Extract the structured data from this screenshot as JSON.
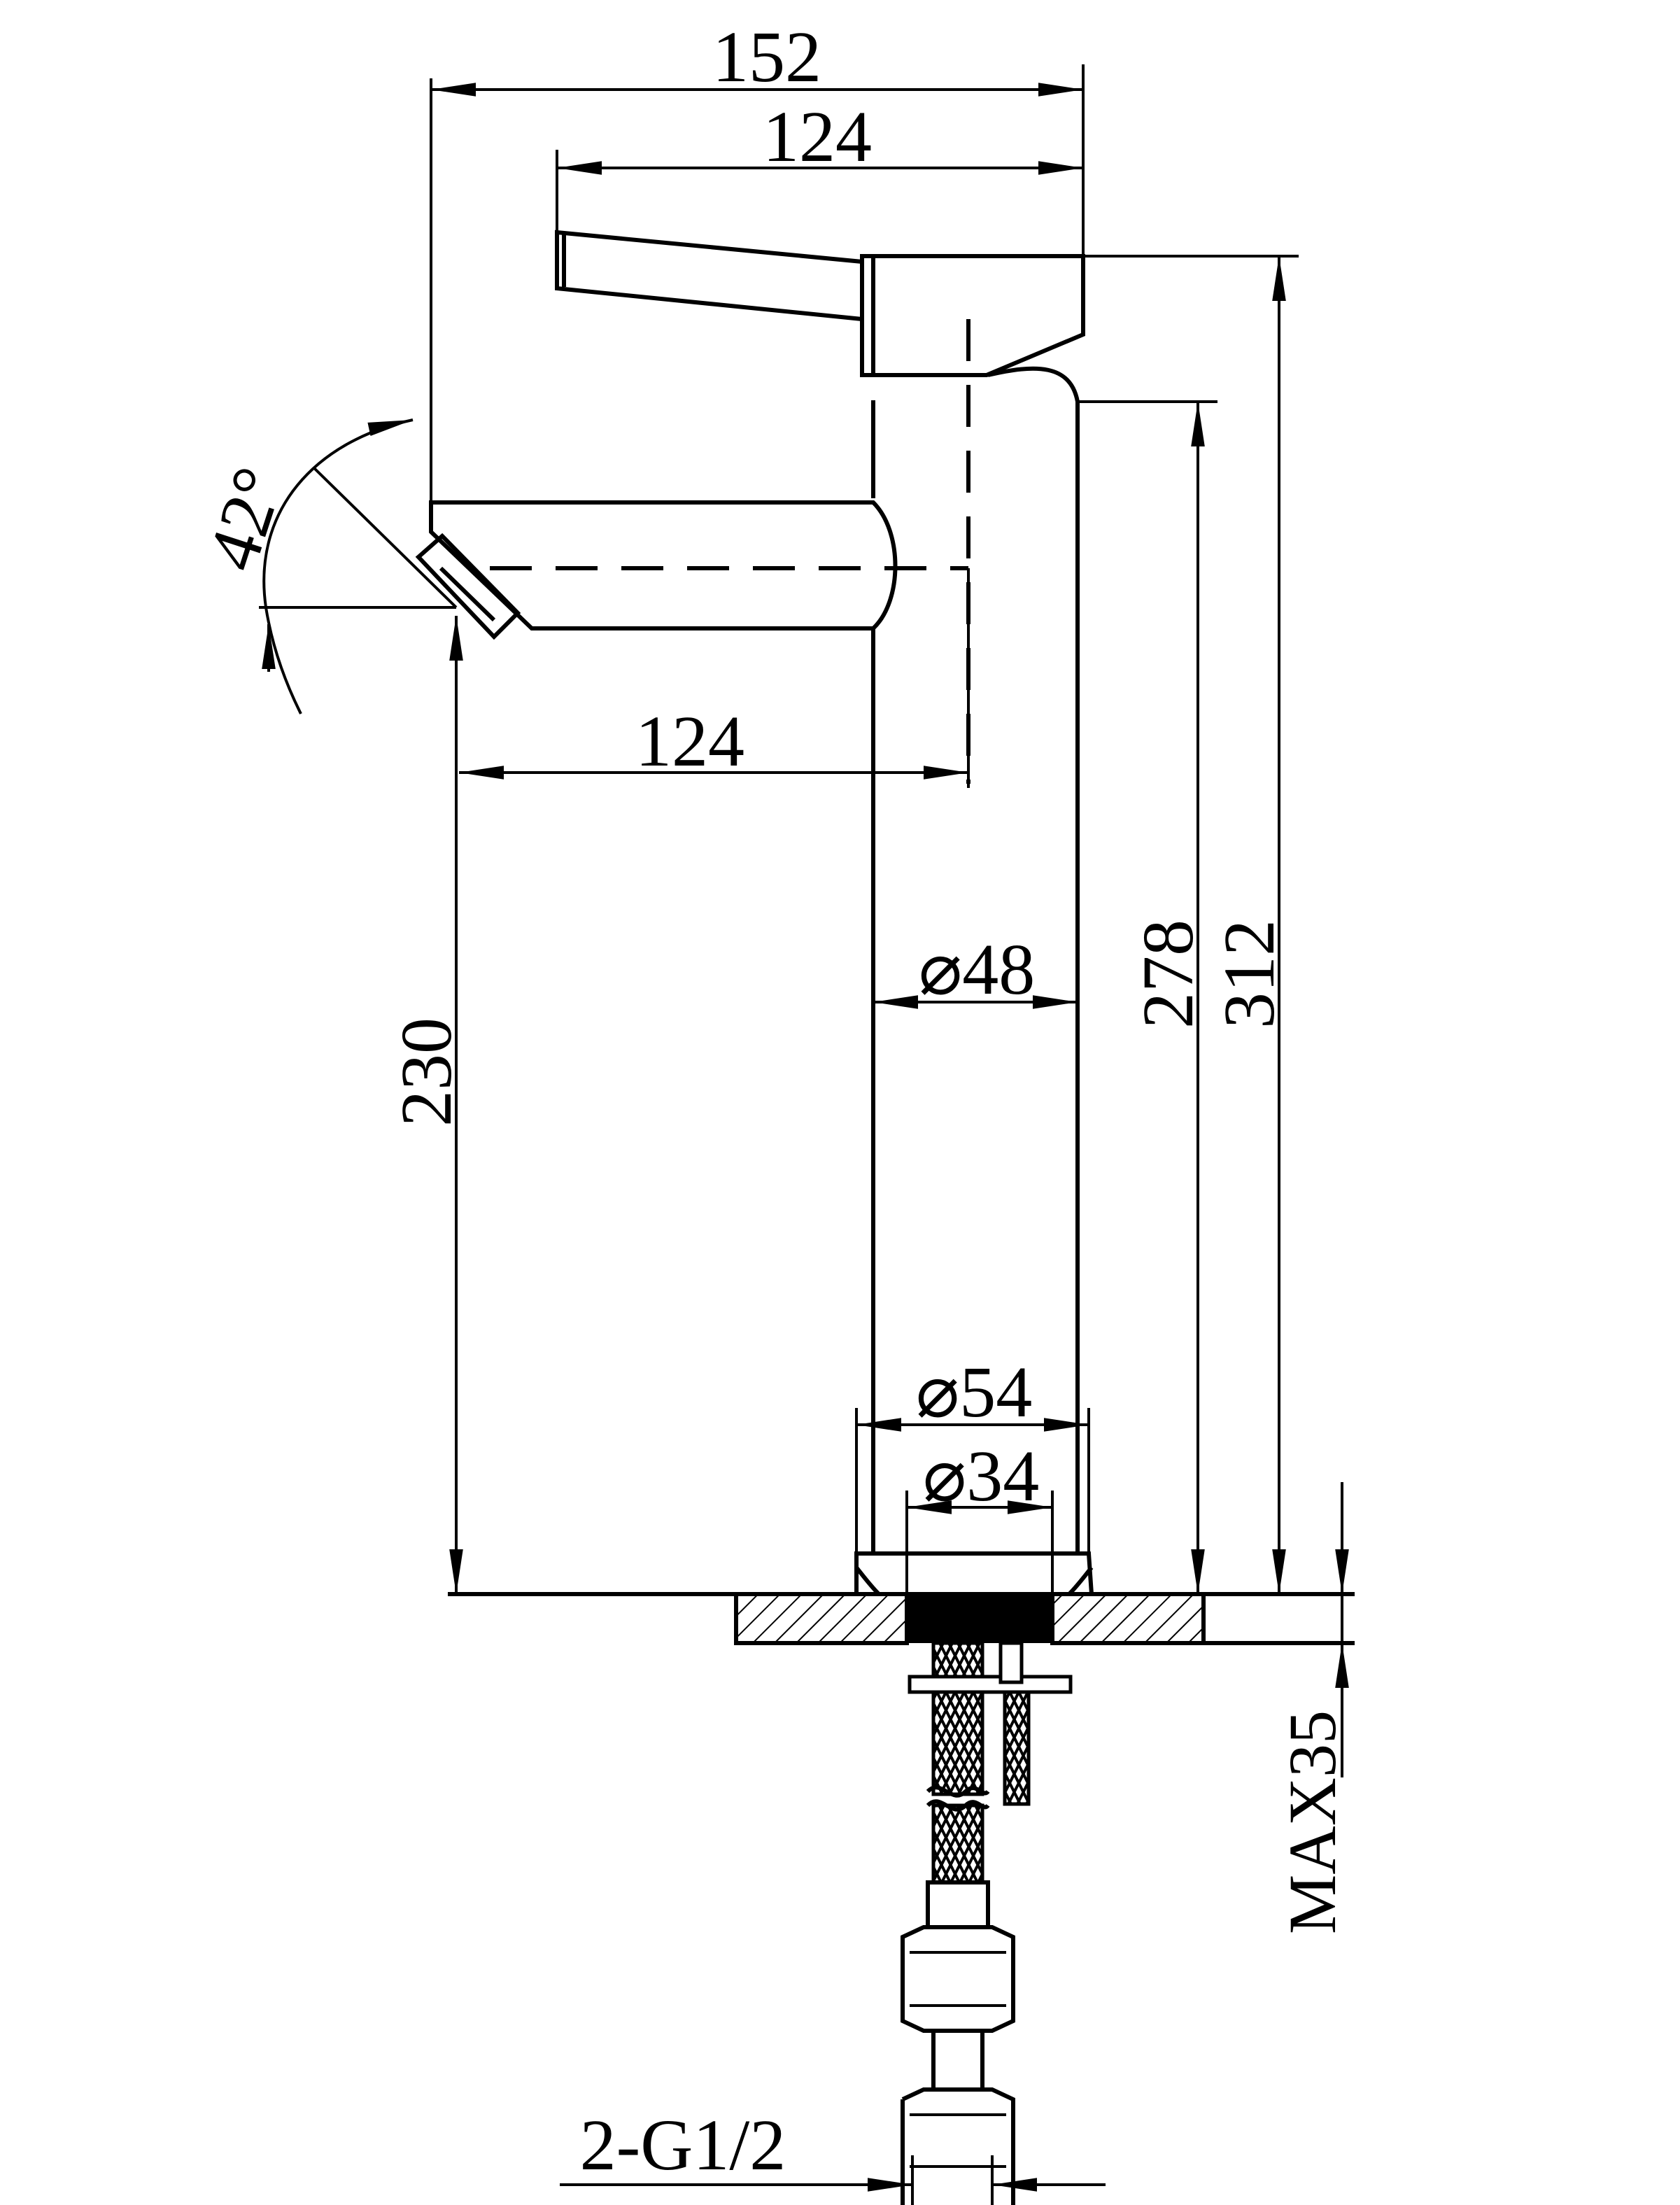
{
  "drawing": {
    "dimensions": {
      "overall_width": "152",
      "handle_length": "124",
      "spout_reach": "124",
      "spout_angle": "42°",
      "spout_height": "230",
      "body_diameter": "⌀48",
      "body_height": "278",
      "overall_height": "312",
      "base_diameter": "⌀54",
      "shank_diameter": "⌀34",
      "max_deck_thickness": "MAX35",
      "connection": "2-G1/2"
    }
  }
}
